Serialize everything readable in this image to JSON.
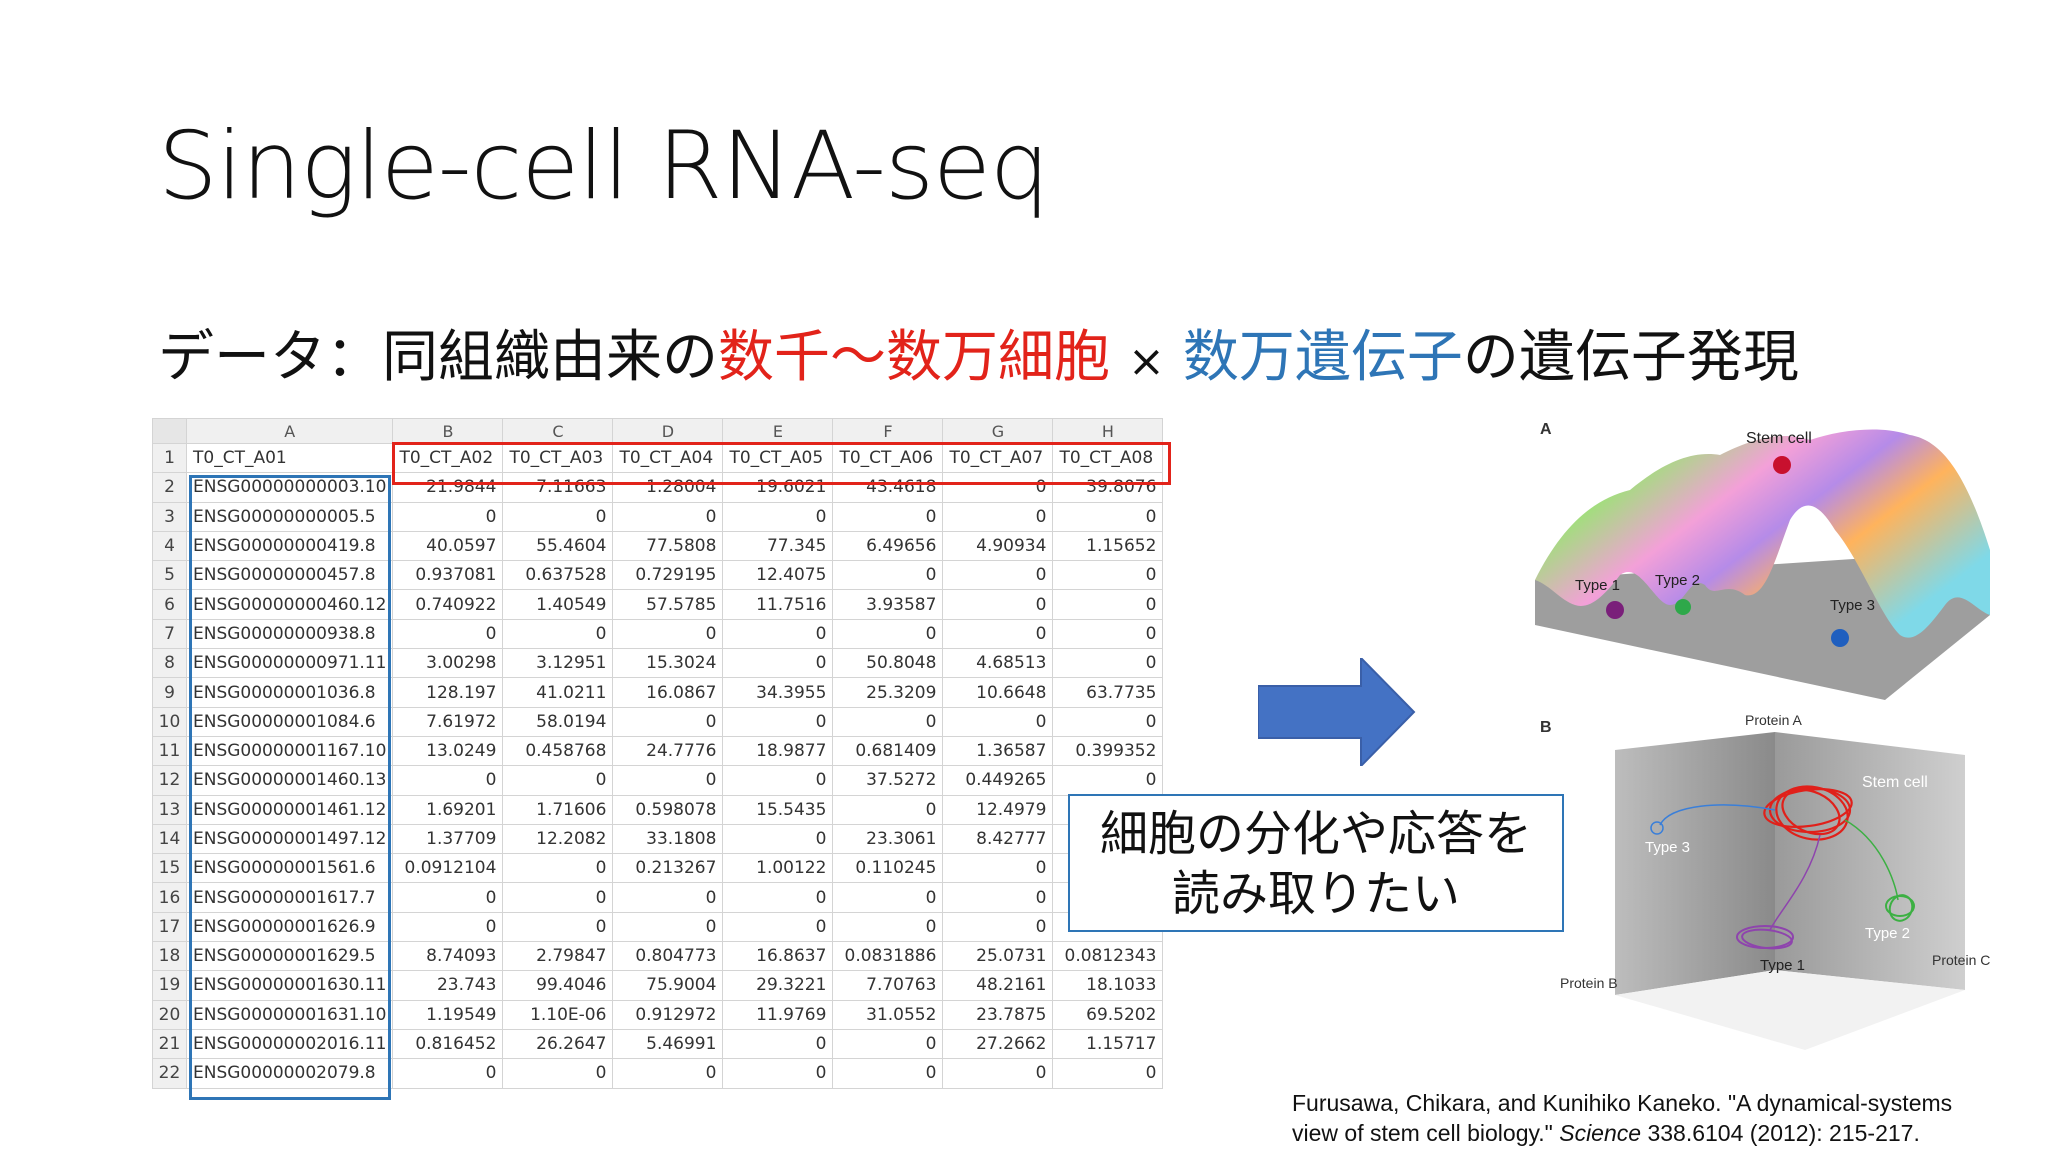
{
  "title": "Single-cell RNA-seq",
  "subtitle": {
    "prefix": "データ：同組織由来の",
    "cells": "数千〜数万細胞",
    "times": "×",
    "genes": "数万遺伝子",
    "suffix": "の遺伝子発現"
  },
  "spreadsheet": {
    "columns": [
      "A",
      "B",
      "C",
      "D",
      "E",
      "F",
      "G",
      "H"
    ],
    "header_row": {
      "row": "1",
      "cells": [
        "T0_CT_A01",
        "T0_CT_A02",
        "T0_CT_A03",
        "T0_CT_A04",
        "T0_CT_A05",
        "T0_CT_A06",
        "T0_CT_A07",
        "T0_CT_A08"
      ]
    },
    "rows": [
      {
        "row": "2",
        "gene": "ENSG00000000003.10",
        "values": [
          "21.9844",
          "7.11663",
          "1.28004",
          "19.6021",
          "43.4618",
          "0",
          "39.8076"
        ]
      },
      {
        "row": "3",
        "gene": "ENSG00000000005.5",
        "values": [
          "0",
          "0",
          "0",
          "0",
          "0",
          "0",
          "0"
        ]
      },
      {
        "row": "4",
        "gene": "ENSG00000000419.8",
        "values": [
          "40.0597",
          "55.4604",
          "77.5808",
          "77.345",
          "6.49656",
          "4.90934",
          "1.15652"
        ]
      },
      {
        "row": "5",
        "gene": "ENSG00000000457.8",
        "values": [
          "0.937081",
          "0.637528",
          "0.729195",
          "12.4075",
          "0",
          "0",
          "0"
        ]
      },
      {
        "row": "6",
        "gene": "ENSG00000000460.12",
        "values": [
          "0.740922",
          "1.40549",
          "57.5785",
          "11.7516",
          "3.93587",
          "0",
          "0"
        ]
      },
      {
        "row": "7",
        "gene": "ENSG00000000938.8",
        "values": [
          "0",
          "0",
          "0",
          "0",
          "0",
          "0",
          "0"
        ]
      },
      {
        "row": "8",
        "gene": "ENSG00000000971.11",
        "values": [
          "3.00298",
          "3.12951",
          "15.3024",
          "0",
          "50.8048",
          "4.68513",
          "0"
        ]
      },
      {
        "row": "9",
        "gene": "ENSG00000001036.8",
        "values": [
          "128.197",
          "41.0211",
          "16.0867",
          "34.3955",
          "25.3209",
          "10.6648",
          "63.7735"
        ]
      },
      {
        "row": "10",
        "gene": "ENSG00000001084.6",
        "values": [
          "7.61972",
          "58.0194",
          "0",
          "0",
          "0",
          "0",
          "0"
        ]
      },
      {
        "row": "11",
        "gene": "ENSG00000001167.10",
        "values": [
          "13.0249",
          "0.458768",
          "24.7776",
          "18.9877",
          "0.681409",
          "1.36587",
          "0.399352"
        ]
      },
      {
        "row": "12",
        "gene": "ENSG00000001460.13",
        "values": [
          "0",
          "0",
          "0",
          "0",
          "37.5272",
          "0.449265",
          "0"
        ]
      },
      {
        "row": "13",
        "gene": "ENSG00000001461.12",
        "values": [
          "1.69201",
          "1.71606",
          "0.598078",
          "15.5435",
          "0",
          "12.4979",
          ""
        ]
      },
      {
        "row": "14",
        "gene": "ENSG00000001497.12",
        "values": [
          "1.37709",
          "12.2082",
          "33.1808",
          "0",
          "23.3061",
          "8.42777",
          ""
        ]
      },
      {
        "row": "15",
        "gene": "ENSG00000001561.6",
        "values": [
          "0.0912104",
          "0",
          "0.213267",
          "1.00122",
          "0.110245",
          "0",
          ""
        ]
      },
      {
        "row": "16",
        "gene": "ENSG00000001617.7",
        "values": [
          "0",
          "0",
          "0",
          "0",
          "0",
          "0",
          ""
        ]
      },
      {
        "row": "17",
        "gene": "ENSG00000001626.9",
        "values": [
          "0",
          "0",
          "0",
          "0",
          "0",
          "0",
          ""
        ]
      },
      {
        "row": "18",
        "gene": "ENSG00000001629.5",
        "values": [
          "8.74093",
          "2.79847",
          "0.804773",
          "16.8637",
          "0.0831886",
          "25.0731",
          "0.0812343"
        ]
      },
      {
        "row": "19",
        "gene": "ENSG00000001630.11",
        "values": [
          "23.743",
          "99.4046",
          "75.9004",
          "29.3221",
          "7.70763",
          "48.2161",
          "18.1033"
        ]
      },
      {
        "row": "20",
        "gene": "ENSG00000001631.10",
        "values": [
          "1.19549",
          "1.10E-06",
          "0.912972",
          "11.9769",
          "31.0552",
          "23.7875",
          "69.5202"
        ]
      },
      {
        "row": "21",
        "gene": "ENSG00000002016.11",
        "values": [
          "0.816452",
          "26.2647",
          "5.46991",
          "0",
          "0",
          "27.2662",
          "1.15717"
        ]
      },
      {
        "row": "22",
        "gene": "ENSG00000002079.8",
        "values": [
          "0",
          "0",
          "0",
          "0",
          "0",
          "0",
          "0"
        ]
      }
    ]
  },
  "callout": {
    "line1": "細胞の分化や応答を",
    "line2": "読み取りたい"
  },
  "figure": {
    "panel_a": "A",
    "panel_b": "B",
    "stem_cell": "Stem cell",
    "type1": "Type 1",
    "type2": "Type 2",
    "type3": "Type 3",
    "protein_a": "Protein A",
    "protein_b": "Protein B",
    "protein_c": "Protein C"
  },
  "citation": {
    "line1": "Furusawa, Chikara, and Kunihiko Kaneko. \"A dynamical-systems",
    "line2_pre": "view of stem cell biology.\" ",
    "line2_journal": "Science",
    "line2_post": " 338.6104 (2012): 215-217."
  },
  "colors": {
    "red": "#e2231a",
    "blue": "#2e75b6",
    "arrow": "#4472c4"
  }
}
